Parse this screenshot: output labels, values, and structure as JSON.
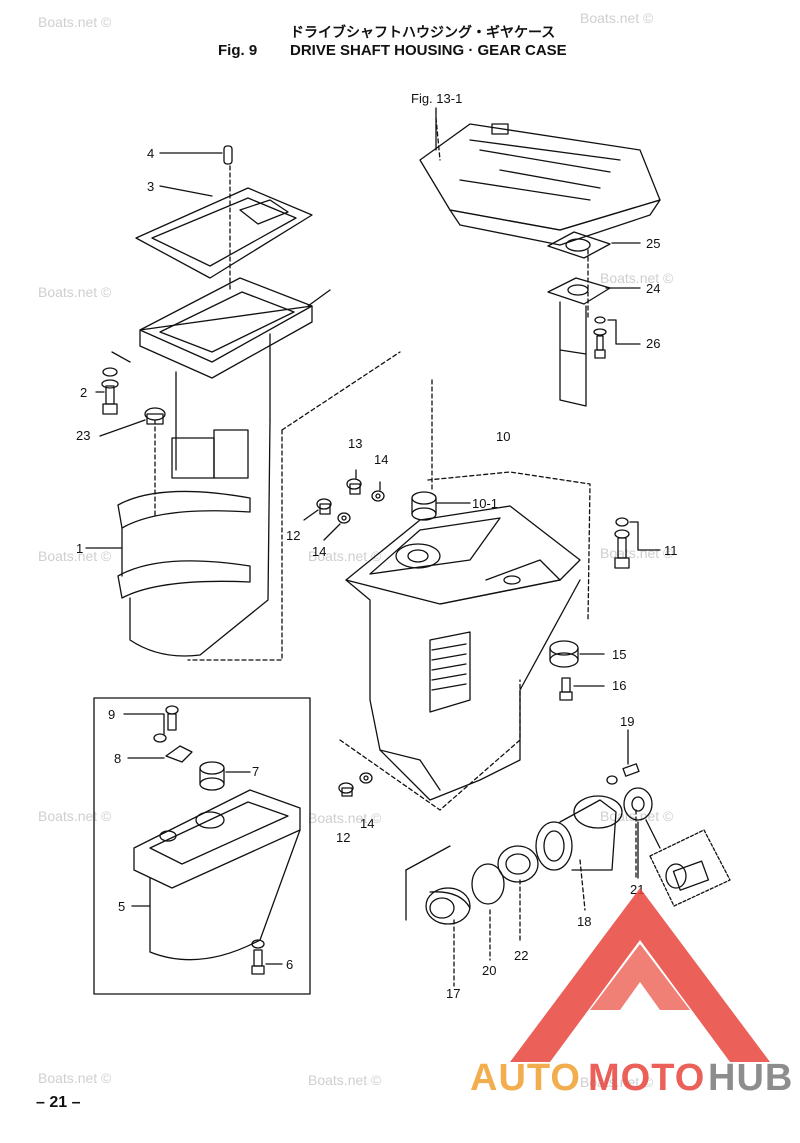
{
  "title": {
    "japanese": "ドライブシャフトハウジング・ギヤケース",
    "fig": "Fig. 9",
    "english": "DRIVE SHAFT HOUSING · GEAR CASE"
  },
  "reference": "Fig. 13-1",
  "parts": {
    "p1": "1",
    "p2": "2",
    "p3": "3",
    "p4": "4",
    "p5": "5",
    "p6": "6",
    "p7": "7",
    "p8": "8",
    "p9": "9",
    "p10": "10",
    "p10_1": "10-1",
    "p11": "11",
    "p12a": "12",
    "p12b": "12",
    "p13": "13",
    "p14a": "14",
    "p14b": "14",
    "p14c": "14",
    "p15": "15",
    "p16": "16",
    "p17": "17",
    "p18": "18",
    "p19": "19",
    "p20": "20",
    "p21": "21",
    "p22": "22",
    "p23": "23",
    "p24": "24",
    "p25": "25",
    "p26": "26"
  },
  "watermarks": {
    "boats_net": "Boats.net ©"
  },
  "page_number": "– 21 –",
  "logo": {
    "part1": "AUTO",
    "part2": "MOTO",
    "part3": "HUB"
  },
  "colors": {
    "ink": "#111111",
    "watermark": "#cfcfcf",
    "logo_red": "#e8453c",
    "logo_orange": "#f0a030",
    "logo_gray": "#7a7a7a"
  }
}
